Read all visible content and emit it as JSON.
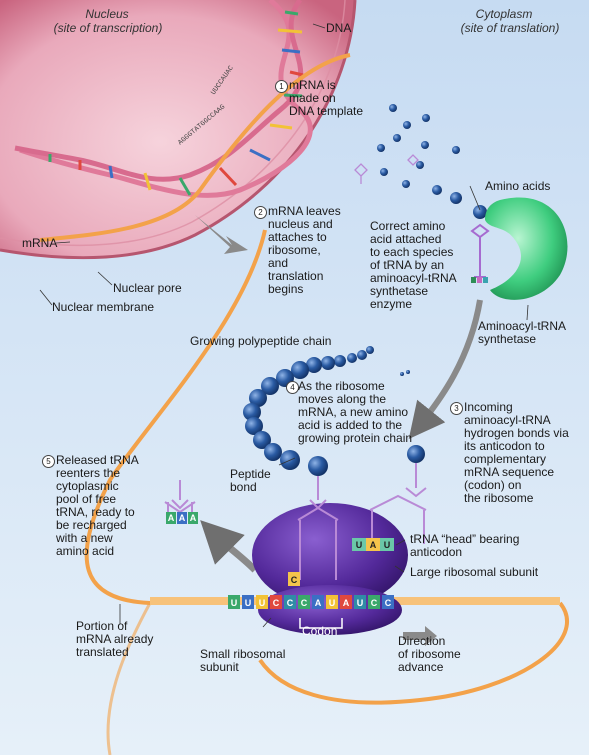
{
  "colors": {
    "background_top": "#cfe0f4",
    "background_bottom": "#e3eef8",
    "nucleus": "#e6a2b4",
    "nuclear_membrane": "#c9647f",
    "mrna": "#f0a44a",
    "amino_acid": "#1f4f93",
    "trna": "#9f5fc4",
    "ribosome": "#5a2f9a",
    "synthetase": "#4fd28a",
    "arrow": "#7d7d7d"
  },
  "header": {
    "nucleus_title": "Nucleus",
    "nucleus_subtitle": "(site of transcription)",
    "cytoplasm_title": "Cytoplasm",
    "cytoplasm_subtitle": "(site of translation)"
  },
  "labels": {
    "dna": "DNA",
    "mrna": "mRNA",
    "nuclear_pore": "Nuclear pore",
    "nuclear_membrane": "Nuclear membrane",
    "amino_acids": "Amino acids",
    "correct_amino_acid": "Correct amino\nacid attached\nto each species\nof tRNA by an\naminoacyl-tRNA\nsynthetase\nenzyme",
    "synthetase": "Aminoacyl-tRNA\nsynthetase",
    "growing_chain": "Growing polypeptide chain",
    "peptide_bond": "Peptide\nbond",
    "trna_head": "tRNA “head” bearing\nanticodon",
    "large_subunit": "Large ribosomal subunit",
    "codon": "Codon",
    "small_subunit": "Small ribosomal\nsubunit",
    "direction": "Direction\nof ribosome\nadvance",
    "portion_mrna": "Portion of\nmRNA already\ntranslated"
  },
  "steps": [
    {
      "number": "1",
      "text": "mRNA is\nmade on\nDNA template"
    },
    {
      "number": "2",
      "text": "mRNA leaves\nnucleus and\nattaches to\nribosome,\nand\ntranslation\nbegins"
    },
    {
      "number": "3",
      "text": "Incoming\naminoacyl-tRNA\nhydrogen bonds via\nits anticodon to\ncomplementary\nmRNA sequence\n(codon) on\nthe ribosome"
    },
    {
      "number": "4",
      "text": "As the ribosome\nmoves along the\nmRNA, a new amino\nacid is added to the\ngrowing protein chain"
    },
    {
      "number": "5",
      "text": "Released tRNA\nreenters the\ncytoplasmic\npool of free\ntRNA, ready to\nbe recharged\nwith a new\namino acid"
    }
  ],
  "sequences": {
    "dna_code_a": "UUCCAUAC",
    "dna_code_b": "AGGGTATGGCCAAG",
    "mrna_visible": [
      "U",
      "U",
      "U",
      "C",
      "C",
      "C",
      "A",
      "U",
      "A",
      "U",
      "C",
      "C"
    ],
    "codon_letters": [
      "C",
      "C",
      "C"
    ],
    "anticodon_left": [
      "C"
    ],
    "incoming_anticodon": [
      "U",
      "A",
      "U"
    ],
    "released_anticodon": [
      "A",
      "A",
      "A"
    ]
  }
}
